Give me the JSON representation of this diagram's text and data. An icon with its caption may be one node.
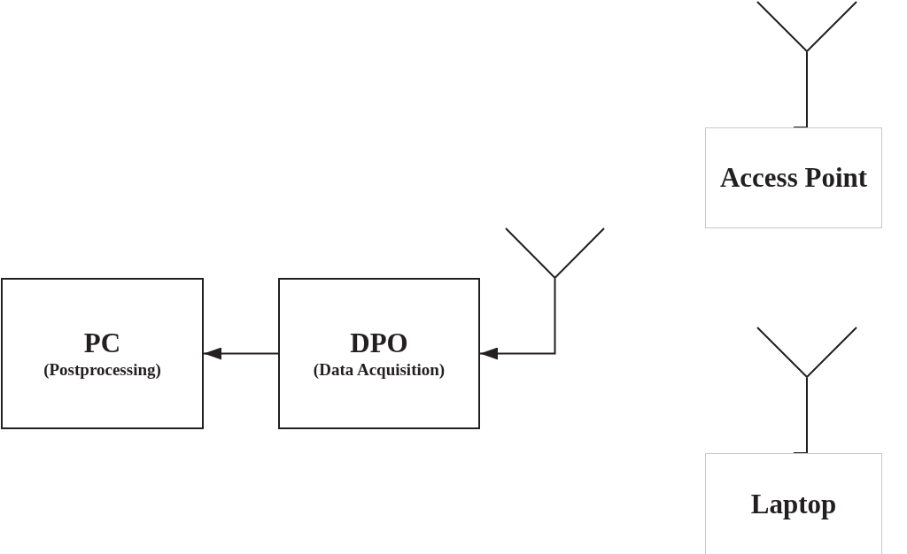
{
  "diagram": {
    "nodes": [
      {
        "text": [
          "PC",
          "(Postprocessing)"
        ]
      },
      {
        "text": [
          "DPO",
          "(Data Acquisition)"
        ]
      },
      {
        "text": [],
        "shape": "antenna"
      },
      {
        "text": [],
        "shape": "antenna"
      },
      {
        "text": [
          "Access Point"
        ]
      },
      {
        "text": [],
        "shape": "antenna"
      },
      {
        "text": [
          "Laptop"
        ]
      }
    ],
    "edges": [
      {
        "from": 1,
        "to": 0,
        "arrow": "to"
      },
      {
        "from": 2,
        "to": 1,
        "arrow": "to"
      },
      {
        "from": 3,
        "to": 4,
        "arrow": "none"
      },
      {
        "from": 5,
        "to": 6,
        "arrow": "none"
      }
    ]
  }
}
